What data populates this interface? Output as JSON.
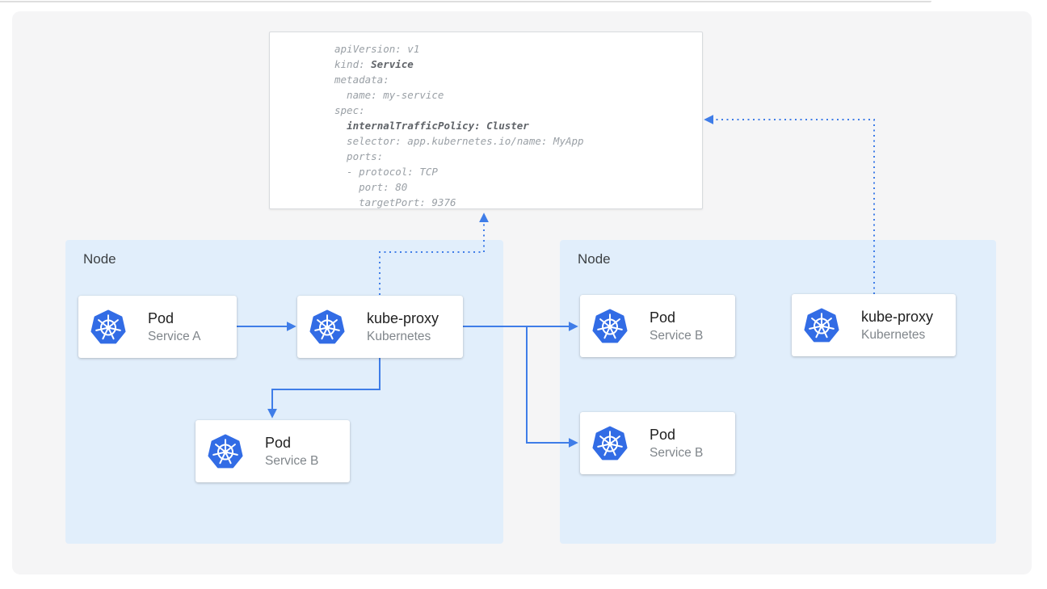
{
  "yaml_panel": {
    "lines": [
      [
        {
          "t": "apiVersion: v1",
          "b": false
        }
      ],
      [
        {
          "t": "kind: ",
          "b": false
        },
        {
          "t": "Service",
          "b": true
        }
      ],
      [
        {
          "t": "metadata:",
          "b": false
        }
      ],
      [
        {
          "t": "  name: my-service",
          "b": false
        }
      ],
      [
        {
          "t": "spec:",
          "b": false
        }
      ],
      [
        {
          "t": "  ",
          "b": false
        },
        {
          "t": "internalTrafficPolicy: Cluster",
          "b": true
        }
      ],
      [
        {
          "t": "  selector: app.kubernetes.io/name: MyApp",
          "b": false
        }
      ],
      [
        {
          "t": "  ports:",
          "b": false
        }
      ],
      [
        {
          "t": "  - protocol: TCP",
          "b": false
        }
      ],
      [
        {
          "t": "    port: 80",
          "b": false
        }
      ],
      [
        {
          "t": "    targetPort: 9376",
          "b": false
        }
      ]
    ]
  },
  "nodes": {
    "left": {
      "label": "Node"
    },
    "right": {
      "label": "Node"
    }
  },
  "cards": {
    "pod_a": {
      "title": "Pod",
      "subtitle": "Service A",
      "icon": "kubernetes-icon"
    },
    "kube_proxy_left": {
      "title": "kube-proxy",
      "subtitle": "Kubernetes",
      "icon": "kubernetes-icon"
    },
    "pod_b_left": {
      "title": "Pod",
      "subtitle": "Service B",
      "icon": "kubernetes-icon"
    },
    "pod_b_right_top": {
      "title": "Pod",
      "subtitle": "Service B",
      "icon": "kubernetes-icon"
    },
    "pod_b_right_bottom": {
      "title": "Pod",
      "subtitle": "Service B",
      "icon": "kubernetes-icon"
    },
    "kube_proxy_right": {
      "title": "kube-proxy",
      "subtitle": "Kubernetes",
      "icon": "kubernetes-icon"
    }
  },
  "colors": {
    "accent": "#3f7de8",
    "k8s_blue": "#326ce5",
    "node_bg": "#e1eefb",
    "canvas_bg": "#f5f5f6",
    "yaml_text": "#9aa0a6",
    "yaml_bold": "#5f6368",
    "title_color": "#212121",
    "subtitle_color": "#80868b",
    "node_label_color": "#3c4043"
  }
}
